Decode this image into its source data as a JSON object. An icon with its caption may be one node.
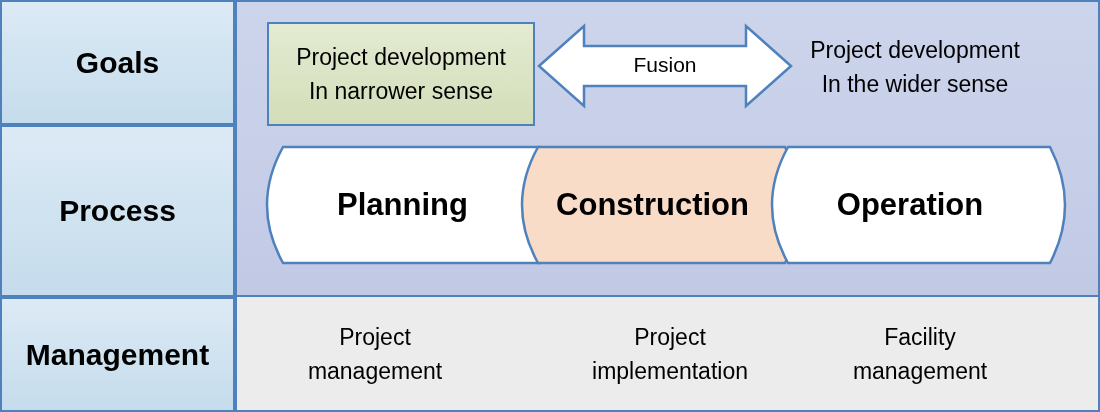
{
  "diagram": {
    "nodes": [
      {
        "text": [
          "Goals"
        ]
      },
      {
        "text": [
          "Process"
        ]
      },
      {
        "text": [
          "Management"
        ]
      },
      {
        "text": [
          "Project development In narrower sense"
        ]
      },
      {
        "text": [
          "Project development In the wider sense"
        ]
      },
      {
        "text": [
          "Planning"
        ]
      },
      {
        "text": [
          "Construction"
        ]
      },
      {
        "text": [
          "Operation"
        ]
      }
    ],
    "edges": [
      {
        "from": 3,
        "to": 4,
        "arrow": "both",
        "label": "Fusion"
      }
    ],
    "labels": [
      "Project management",
      "Project implementation",
      "Facility management"
    ]
  }
}
